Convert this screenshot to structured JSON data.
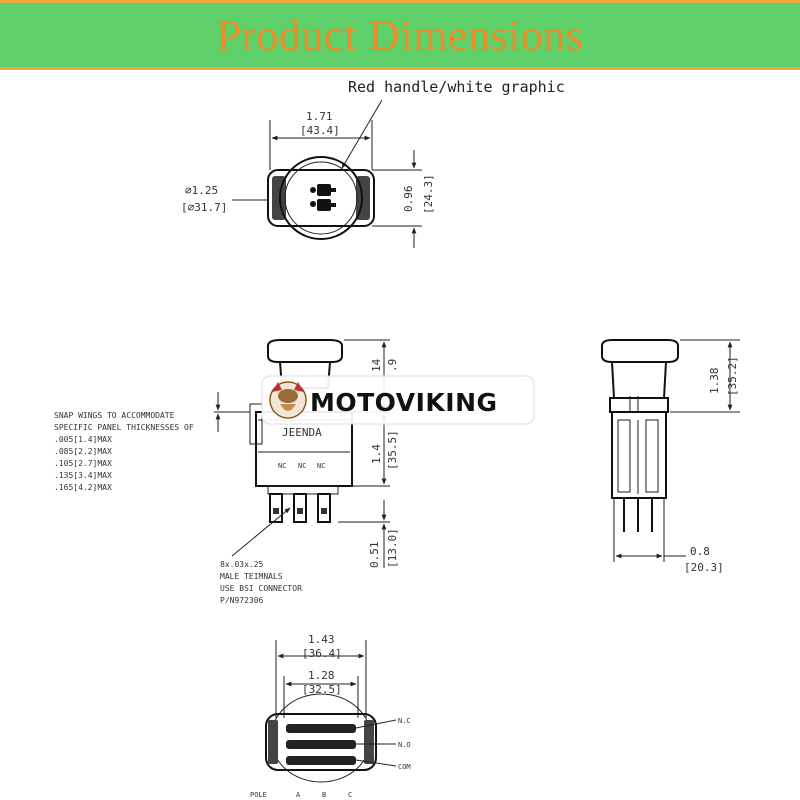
{
  "header": {
    "title": "Product Dimensions"
  },
  "top_view": {
    "callout": "Red handle/white graphic",
    "width_in": "1.71",
    "width_mm": "[43.4]",
    "dia_in": "∅1.25",
    "dia_mm": "[∅31.7]",
    "height_in": "0.96",
    "height_mm": "[24.3]"
  },
  "front_view": {
    "top_in": "14",
    "top_mm": ".9",
    "body_in": "1.4",
    "body_mm": "[35.5]",
    "term_in": "0.51",
    "term_mm": "[13.0]",
    "label_brand": "JEENDA",
    "contacts": [
      "NC",
      "NC",
      "NC"
    ],
    "snap_note": [
      "SNAP WINGS TO ACCOMMODATE",
      "SPECIFIC PANEL THICKNESSES OF",
      ".005[1.4]MAX",
      ".085[2.2]MAX",
      ".105[2.7]MAX",
      ".135[3.4]MAX",
      ".165[4.2]MAX"
    ],
    "terminal_note": [
      "8x.03x.25",
      "MALE TEIMNALS",
      "USE BSI CONNECTOR",
      "P/N972306"
    ]
  },
  "side_view": {
    "height_in": "1.38",
    "height_mm": "[35.2]",
    "bottom_in": "0.8",
    "bottom_mm": "[20.3]"
  },
  "bottom_view": {
    "outer_in": "1.43",
    "outer_mm": "[36.4]",
    "inner_in": "1.28",
    "inner_mm": "[32.5]",
    "rows": [
      "N.C",
      "N.O",
      "COM"
    ],
    "pole_label": "POLE",
    "poles": [
      "A",
      "B",
      "C"
    ]
  },
  "watermark": {
    "text": "MOTOVIKING"
  }
}
